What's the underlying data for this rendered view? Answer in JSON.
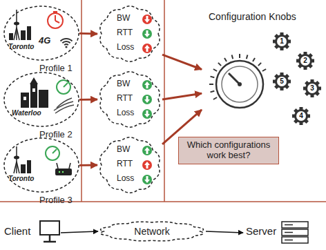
{
  "diagram": {
    "nodes": [
      {
        "text": [
          "Toronto",
          "4G",
          "Profile 1"
        ]
      },
      {
        "text": [
          "Waterloo",
          "Profile 2"
        ]
      },
      {
        "text": [
          "Toronto",
          "Profile 3"
        ]
      },
      {
        "text": [
          "BW",
          "RTT",
          "Loss"
        ]
      },
      {
        "text": [
          "BW",
          "RTT",
          "Loss"
        ]
      },
      {
        "text": [
          "BW",
          "RTT",
          "Loss"
        ]
      },
      {
        "text": [
          "Configuration Knobs"
        ]
      },
      {
        "text": [
          "Which configurations work best?"
        ]
      },
      {
        "text": [
          "Client"
        ]
      },
      {
        "text": [
          "Network"
        ]
      },
      {
        "text": [
          "Server"
        ]
      }
    ],
    "edges": [
      {
        "from": 0,
        "to": 3,
        "arrow": "to"
      },
      {
        "from": 1,
        "to": 4,
        "arrow": "to"
      },
      {
        "from": 2,
        "to": 5,
        "arrow": "to"
      },
      {
        "from": 3,
        "to": 6,
        "arrow": "to"
      },
      {
        "from": 4,
        "to": 6,
        "arrow": "to"
      },
      {
        "from": 5,
        "to": 6,
        "arrow": "to"
      },
      {
        "from": 8,
        "to": 9,
        "arrow": "to"
      },
      {
        "from": 9,
        "to": 10,
        "arrow": "to"
      }
    ],
    "labels": [
      "1",
      "2",
      "3",
      "4",
      "5"
    ]
  }
}
